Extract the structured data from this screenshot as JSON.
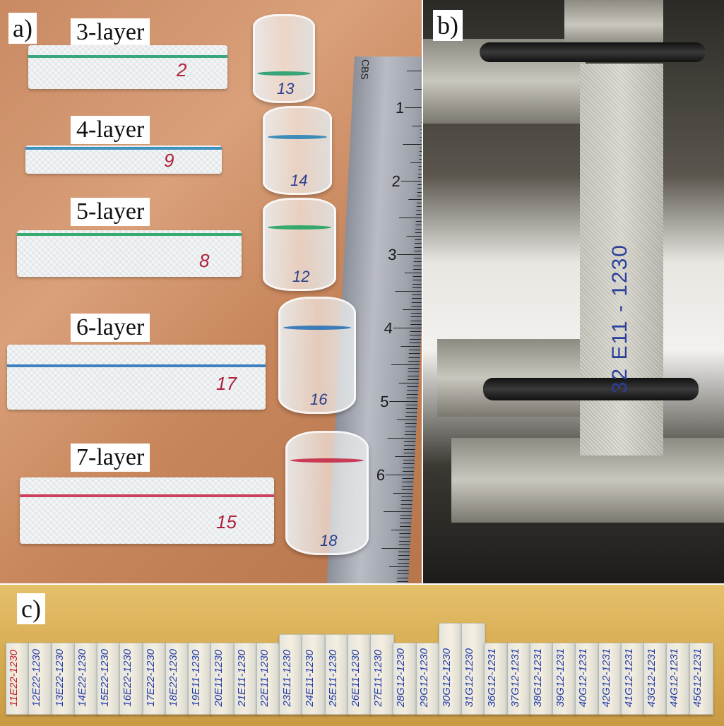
{
  "panels": {
    "a": {
      "letter": "a)"
    },
    "b": {
      "letter": "b)"
    },
    "c": {
      "letter": "c)"
    }
  },
  "layers": [
    {
      "label": "3-layer",
      "strip_number": "2",
      "ring_number": "13",
      "stripe_color": "#1a9a6a"
    },
    {
      "label": "4-layer",
      "strip_number": "9",
      "ring_number": "14",
      "stripe_color": "#1e7fb6"
    },
    {
      "label": "5-layer",
      "strip_number": "8",
      "ring_number": "12",
      "stripe_color": "#16a05a"
    },
    {
      "label": "6-layer",
      "strip_number": "17",
      "ring_number": "16",
      "stripe_color": "#1f6db5"
    },
    {
      "label": "7-layer",
      "strip_number": "15",
      "ring_number": "18",
      "stripe_color": "#c4213f"
    }
  ],
  "ruler": {
    "brand": "CBS",
    "numbers": [
      "1",
      "2",
      "3",
      "4",
      "5",
      "6"
    ]
  },
  "tensile": {
    "specimen_label": "32 E11 - 1230"
  },
  "specimens": [
    "11E22-1230",
    "12E22-1230",
    "13E22-1230",
    "14E22-1230",
    "15E22-1230",
    "16E22-1230",
    "17E22-1230",
    "18E22-1230",
    "19E11-1230",
    "20E11-1230",
    "21E11-1230",
    "22E11-1230",
    "23E11-1230",
    "24E11-1230",
    "25E11-1230",
    "26E11-1230",
    "27E11-1230",
    "28G12-1230",
    "29G12-1230",
    "30G12-1230",
    "31G12-1230",
    "36G12-1231",
    "37G12-1231",
    "38G12-1231",
    "39G12-1231",
    "40G12-1231",
    "42G12-1231",
    "41G12-1231",
    "43G12-1231",
    "44G12-1231",
    "45G12-1231"
  ],
  "colors": {
    "ink_blue": "#1f3aa8",
    "ink_red": "#c21c2a"
  }
}
